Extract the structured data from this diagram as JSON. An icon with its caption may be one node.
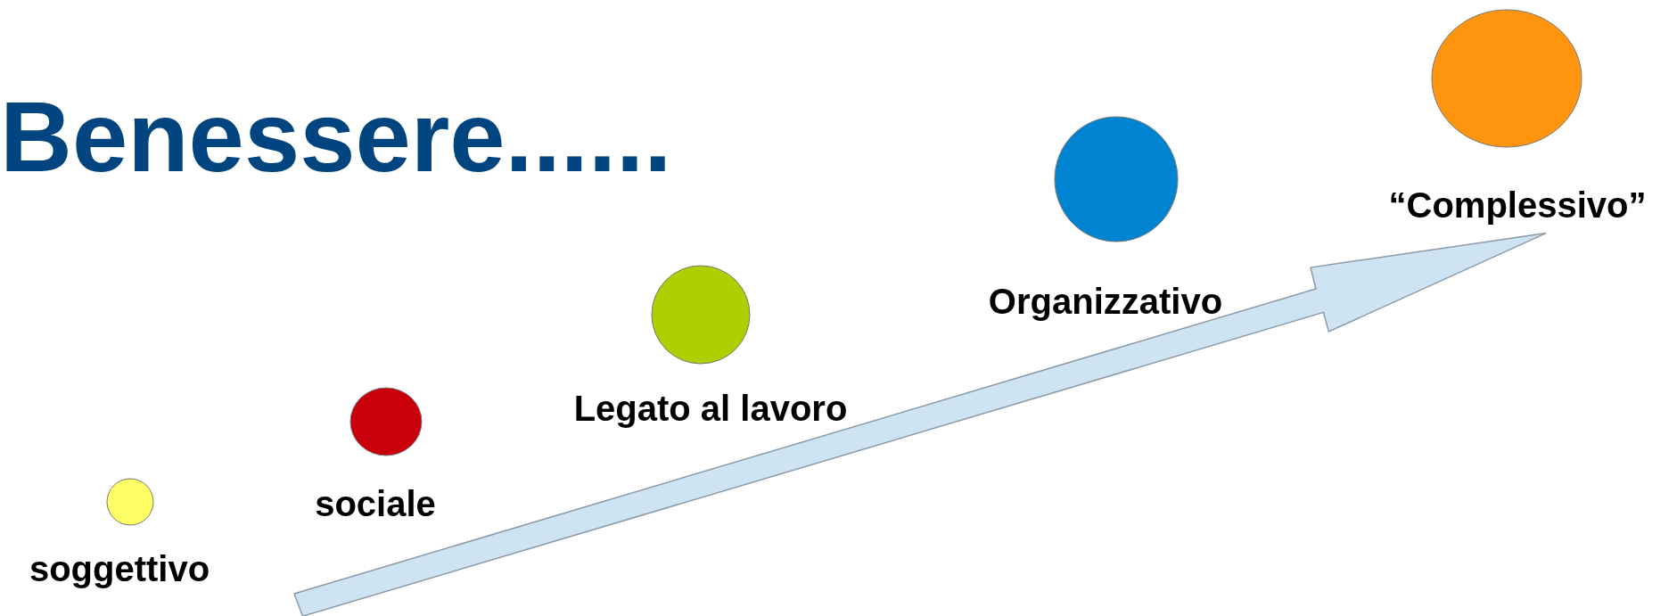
{
  "diagram": {
    "title": "Benessere......",
    "nodes": [
      {
        "text": [
          "soggettivo"
        ]
      },
      {
        "text": [
          "sociale"
        ]
      },
      {
        "text": [
          "Legato al lavoro"
        ]
      },
      {
        "text": [
          "Organizzativo"
        ]
      },
      {
        "text": [
          "“Complessivo”"
        ]
      }
    ]
  }
}
